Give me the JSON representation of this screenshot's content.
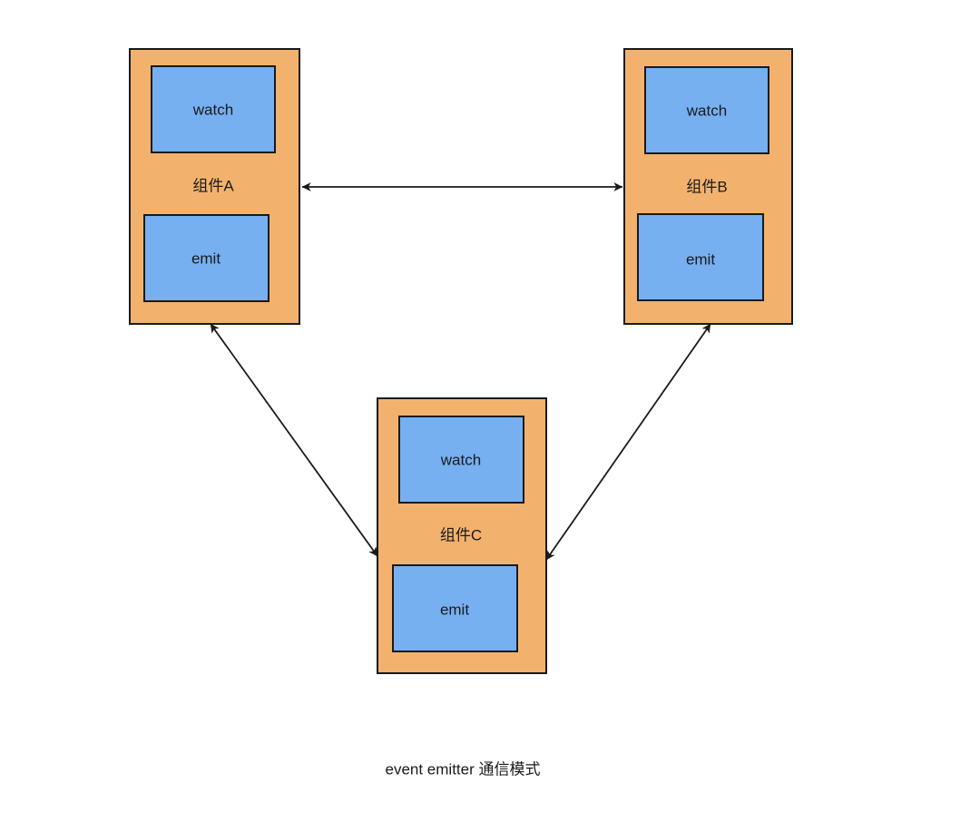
{
  "figure": {
    "caption": "event emitter 通信模式",
    "background_color": "#ffffff",
    "stroke_color": "#1a1a1a",
    "component_fill": "#f2b26e",
    "inner_fill": "#76b0f1"
  },
  "components": [
    {
      "id": "a",
      "label": "组件A",
      "watch_label": "watch",
      "emit_label": "emit"
    },
    {
      "id": "b",
      "label": "组件B",
      "watch_label": "watch",
      "emit_label": "emit"
    },
    {
      "id": "c",
      "label": "组件C",
      "watch_label": "watch",
      "emit_label": "emit"
    }
  ],
  "connections": [
    {
      "id": "a-b",
      "from": "组件A",
      "to": "组件B",
      "arrows": "both"
    },
    {
      "id": "a-c",
      "from": "组件A",
      "to": "组件C",
      "arrows": "both"
    },
    {
      "id": "b-c",
      "from": "组件B",
      "to": "组件C",
      "arrows": "both"
    }
  ]
}
